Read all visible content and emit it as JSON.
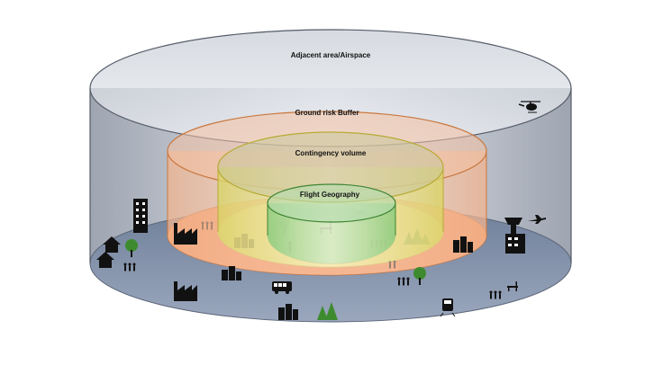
{
  "diagram": {
    "layers": {
      "adjacent": {
        "label": "Adjacent area/Airspace",
        "color": "#b9bfc8"
      },
      "buffer": {
        "label": "Ground risk Buffer",
        "color": "#e8a87c"
      },
      "contingency": {
        "label": "Contingency volume",
        "color": "#e6de7a"
      },
      "flight": {
        "label": "Flight Geography",
        "color": "#9cd48e"
      }
    },
    "icons": [
      "helicopter-icon",
      "tower-building-icon",
      "house-icon",
      "tree-icon",
      "people-icon",
      "factory-icon",
      "office-buildings-icon",
      "bus-icon",
      "train-icon",
      "bench-icon",
      "drone-icon",
      "person-icon",
      "airport-tower-icon",
      "airplane-icon",
      "forest-icon"
    ]
  }
}
